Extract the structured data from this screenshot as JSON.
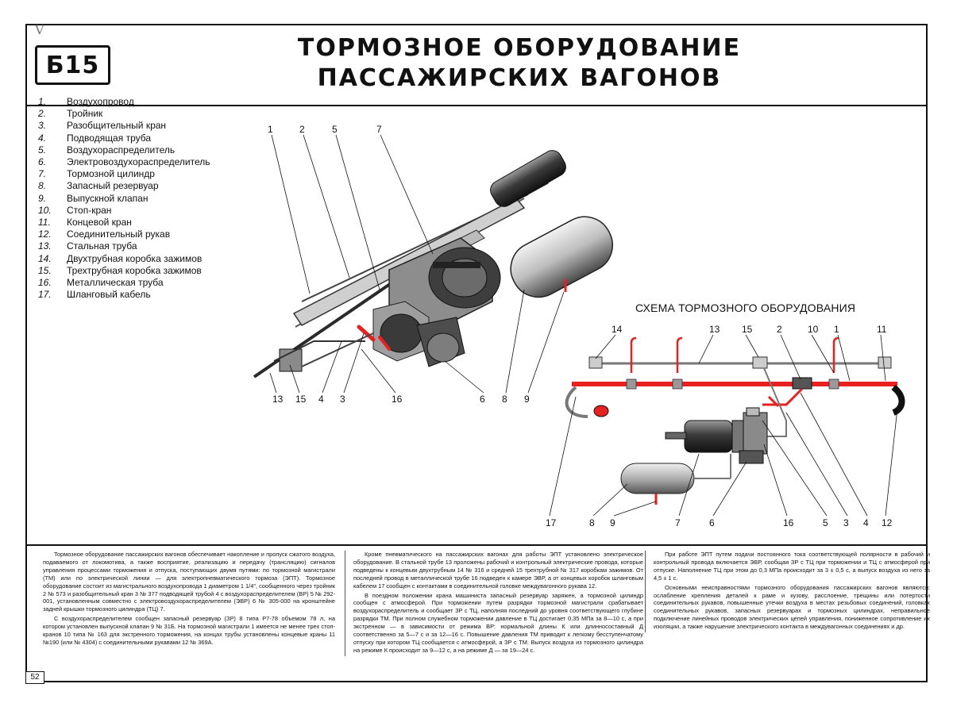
{
  "header": {
    "code": "Б15",
    "title_line1": "ТОРМОЗНОЕ ОБОРУДОВАНИЕ",
    "title_line2": "ПАССАЖИРСКИХ ВАГОНОВ",
    "pencil_mark": "V"
  },
  "legend": [
    {
      "num": "1.",
      "label": "Воздухопровод"
    },
    {
      "num": "2.",
      "label": "Тройник"
    },
    {
      "num": "3.",
      "label": "Разобщительный кран"
    },
    {
      "num": "4.",
      "label": "Подводящая труба"
    },
    {
      "num": "5.",
      "label": "Воздухораспределитель"
    },
    {
      "num": "6.",
      "label": "Электровоздухораспределитель"
    },
    {
      "num": "7.",
      "label": "Тормозной цилиндр"
    },
    {
      "num": "8.",
      "label": "Запасный резервуар"
    },
    {
      "num": "9.",
      "label": "Выпускной клапан"
    },
    {
      "num": "10.",
      "label": "Стоп-кран"
    },
    {
      "num": "11.",
      "label": "Концевой кран"
    },
    {
      "num": "12.",
      "label": "Соединительный рукав"
    },
    {
      "num": "13.",
      "label": "Стальная труба"
    },
    {
      "num": "14.",
      "label": "Двухтрубная коробка зажимов"
    },
    {
      "num": "15.",
      "label": "Трехтрубная коробка зажимов"
    },
    {
      "num": "16.",
      "label": "Металлическая труба"
    },
    {
      "num": "17.",
      "label": "Шланговый кабель"
    }
  ],
  "scheme_title": "СХЕМА ТОРМОЗНОГО ОБОРУДОВАНИЯ",
  "callouts_top": [
    "1",
    "2",
    "5",
    "7"
  ],
  "callouts_bottom": [
    "13",
    "15",
    "4",
    "3",
    "16",
    "6",
    "8",
    "9"
  ],
  "scheme_callouts_top": [
    "14",
    "13",
    "15",
    "2",
    "10",
    "1",
    "11"
  ],
  "scheme_callouts_bottom": [
    "17",
    "8",
    "9",
    "7",
    "6",
    "16",
    "5",
    "3",
    "4",
    "12"
  ],
  "colors": {
    "brake_line": "#e8201f",
    "ink": "#111111",
    "metal_dark": "#3a3a3a",
    "metal_light": "#d8d8d8"
  },
  "text": {
    "col1_p1": "Тормозное оборудование пассажирских вагонов обеспечивает накопление и пропуск сжатого воздуха, подаваемого от локомотива, а также восприятие, реализацию и передачу (трансляцию) сигналов управления процессами торможения и отпуска, поступающих двумя путями: по тормозной магистрали (ТМ) или по электрической линии — для электропневматического тормоза (ЭПТ). Тормозное оборудование состоит из магистрального воздухопровода 1 диаметром 1 1/4\", сообщенного через тройник 2 № 573 и разобщительный кран 3 № 377 подводящей трубой 4 с воздухораспределителем (ВР) 5 № 292-001, установленным совместно с электровоздухораспределителем (ЭВР) 6 № 305-000 на кронштейне задней крышки тормозного цилиндра (ТЦ) 7.",
    "col1_p2": "С воздухораспределителем сообщен запасный резервуар (ЗР) 8 типа Р7-78 объемом 78 л, на котором установлен выпускной клапан 9 № 31Б. На тормозной магистрали 1 имеется не менее трех стоп-кранов 10 типа № 163 для экстренного торможения, на концах трубы установлены концевые краны 11 №190 (или № 4304) с соединительными рукавами 12 № 369А.",
    "col2_p1": "Кроме пневматического на пассажирских вагонах для работы ЭПТ установлено электрическое оборудование. В стальной трубе 13 проложены рабочий и контрольный электрические провода, которые подведены к концевым двухтрубным 14 № 316 и средней 15 трехтрубной № 317 коробкам зажимов. От последней провод в металлической трубе 16 подведен к камере ЭВР, а от концевых коробок шланговым кабелем 17 сообщен с контактами в соединительной головке междувагонного рукава 12.",
    "col2_p2": "В поездном положении крана машиниста запасный резервуар заряжен, а тормозной цилиндр сообщен с атмосферой. При торможении путем разрядки тормозной магистрали срабатывает воздухораспределитель и сообщает ЗР с ТЦ, наполняя последний до уровня соответствующего глубине разрядки ТМ. При полном служебном торможении давление в ТЦ достигает 0,35 МПа за 8—10 с, а при экстренном — в зависимости от режима ВР: нормальной длины К или длинносоставный Д соответственно за 5—7 с и за 12—16 с. Повышение давления ТМ приводит к легкому бесступенчатому отпуску при котором ТЦ сообщается с атмосферой, а ЗР с ТМ. Выпуск воздуха из тормозного цилиндра на режиме К происходит за 9—12 с, а на режиме Д — за 19—24 с.",
    "col3_p1": "При работе ЭПТ путем подачи постоянного тока соответствующей полярности в рабочий и контрольный провода включается ЭВР, сообщая ЗР с ТЦ при торможении и ТЦ с атмосферой при отпуске. Наполнение ТЦ при этом до 0,3 МПа происходит за 3 ± 0,5 с, а выпуск воздуха из него за 4,5 ± 1 с.",
    "col3_p2": "Основными неисправностями тормозного оборудования пассажирских вагонов являются: ослабление крепления деталей к раме и кузову, расслоение, трещины или потертости соединительных рукавов, повышенные утечки воздуха в местах резьбовых соединений, головках соединительных рукавов, запасных резервуарах и тормозных цилиндрах, неправильное подключение линейных проводов электрических цепей управления, пониженное сопротивление их изоляции, а также нарушение электрического контакта в междувагонных соединениях и др."
  },
  "page_number": "52"
}
